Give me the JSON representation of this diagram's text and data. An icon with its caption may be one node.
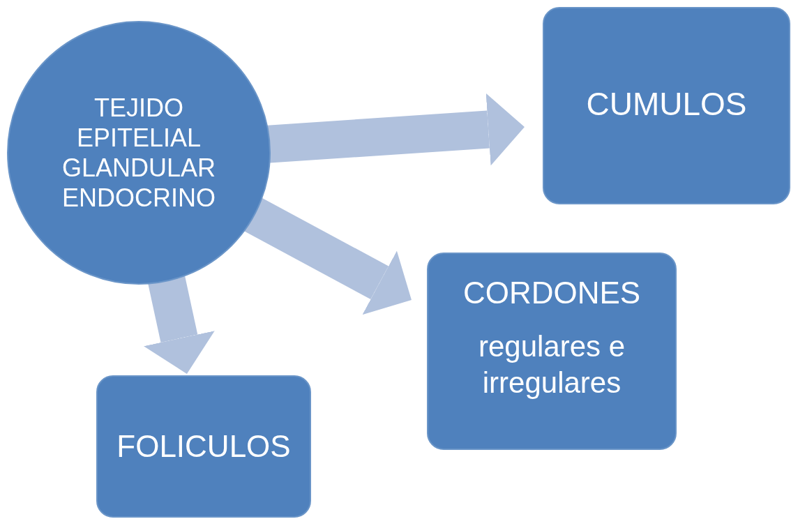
{
  "diagram": {
    "nodes": [
      {
        "text": [
          "TEJIDO EPITELIAL GLANDULAR ENDOCRINO"
        ]
      },
      {
        "text": [
          "CUMULOS"
        ]
      },
      {
        "text": [
          "CORDONES",
          "regulares e irregulares"
        ]
      },
      {
        "text": [
          "FOLICULOS"
        ]
      }
    ],
    "edges": [
      {
        "from": 0,
        "to": 1,
        "arrow": "to"
      },
      {
        "from": 0,
        "to": 2,
        "arrow": "to"
      },
      {
        "from": 0,
        "to": 3,
        "arrow": "to"
      }
    ]
  }
}
